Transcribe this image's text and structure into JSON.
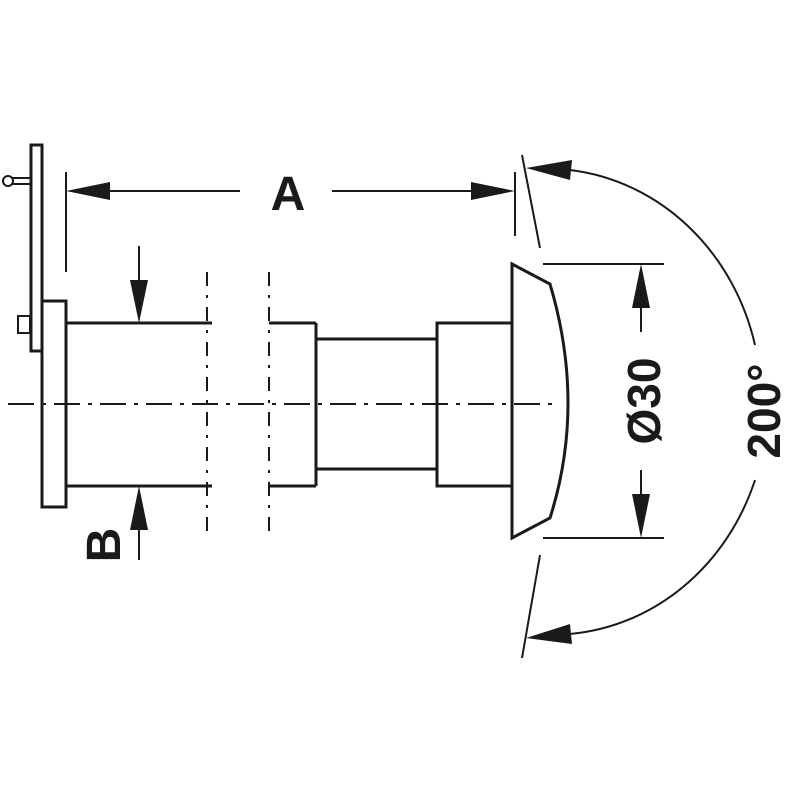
{
  "diagram": {
    "labels": {
      "length": "A",
      "flange": "B",
      "diameter": "Ø30",
      "angle": "200°"
    },
    "colors": {
      "line": "#1a1a1a",
      "background": "#ffffff"
    }
  }
}
